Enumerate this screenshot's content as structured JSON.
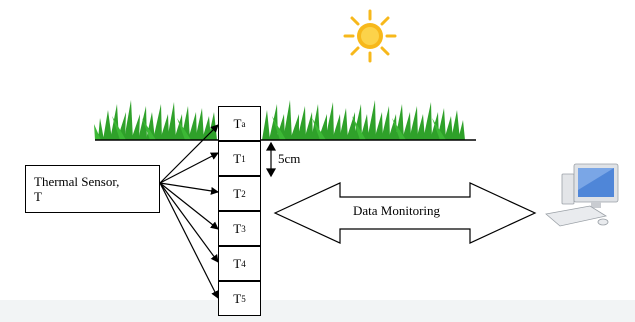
{
  "sensor": {
    "line1": "Thermal Sensor,",
    "line2": "T"
  },
  "layers": [
    {
      "base": "T",
      "sub": "a"
    },
    {
      "base": "T",
      "sub": "1"
    },
    {
      "base": "T",
      "sub": "2"
    },
    {
      "base": "T",
      "sub": "3"
    },
    {
      "base": "T",
      "sub": "4"
    },
    {
      "base": "T",
      "sub": "5"
    }
  ],
  "depth_label": "5cm",
  "arrow_label": "Data Monitoring",
  "icons": [
    "sun-icon",
    "grass-icon",
    "computer-icon"
  ],
  "colors": {
    "sun": "#f7b81b",
    "grass": "#2fa12a",
    "monitor": "#4f86d8"
  }
}
